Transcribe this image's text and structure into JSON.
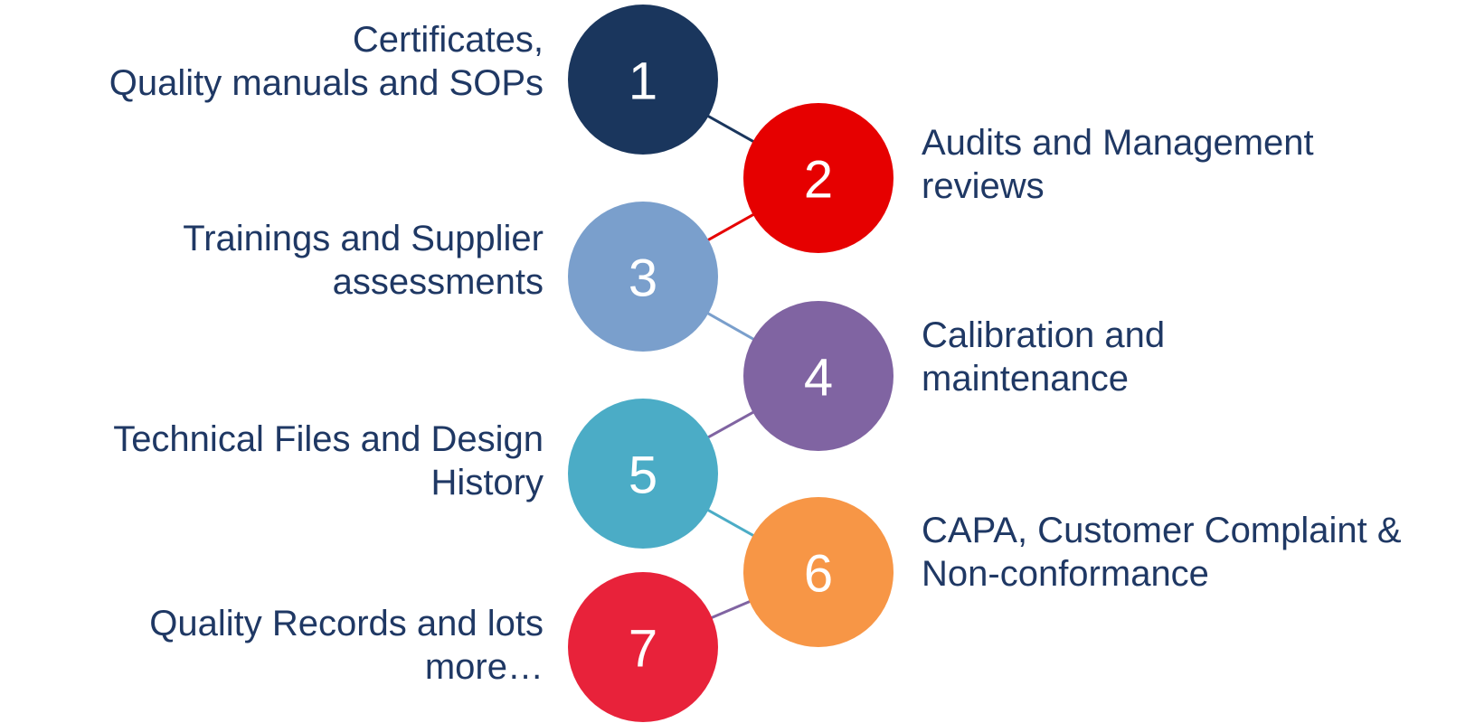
{
  "steps": [
    {
      "number": "1",
      "lines": [
        "Certificates,",
        "Quality manuals and SOPs"
      ],
      "color": "#1a365d",
      "side": "left"
    },
    {
      "number": "2",
      "lines": [
        "Audits and Management",
        "reviews"
      ],
      "color": "#e60000",
      "side": "right"
    },
    {
      "number": "3",
      "lines": [
        "Trainings and Supplier",
        "assessments"
      ],
      "color": "#7a9fcc",
      "side": "left"
    },
    {
      "number": "4",
      "lines": [
        "Calibration and",
        "maintenance"
      ],
      "color": "#8064a2",
      "side": "right"
    },
    {
      "number": "5",
      "lines": [
        "Technical Files and Design",
        "History"
      ],
      "color": "#4bacc6",
      "side": "left"
    },
    {
      "number": "6",
      "lines": [
        "CAPA, Customer Complaint &",
        "Non-conformance"
      ],
      "color": "#f79646",
      "side": "right"
    },
    {
      "number": "7",
      "lines": [
        "Quality Records and lots",
        "more…"
      ],
      "color": "#e8223a",
      "side": "left"
    }
  ],
  "connector_colors": [
    "#1a365d",
    "#e60000",
    "#7a9fcc",
    "#8064a2",
    "#4bacc6",
    "#8064a2"
  ],
  "text_color": "#1f3864"
}
